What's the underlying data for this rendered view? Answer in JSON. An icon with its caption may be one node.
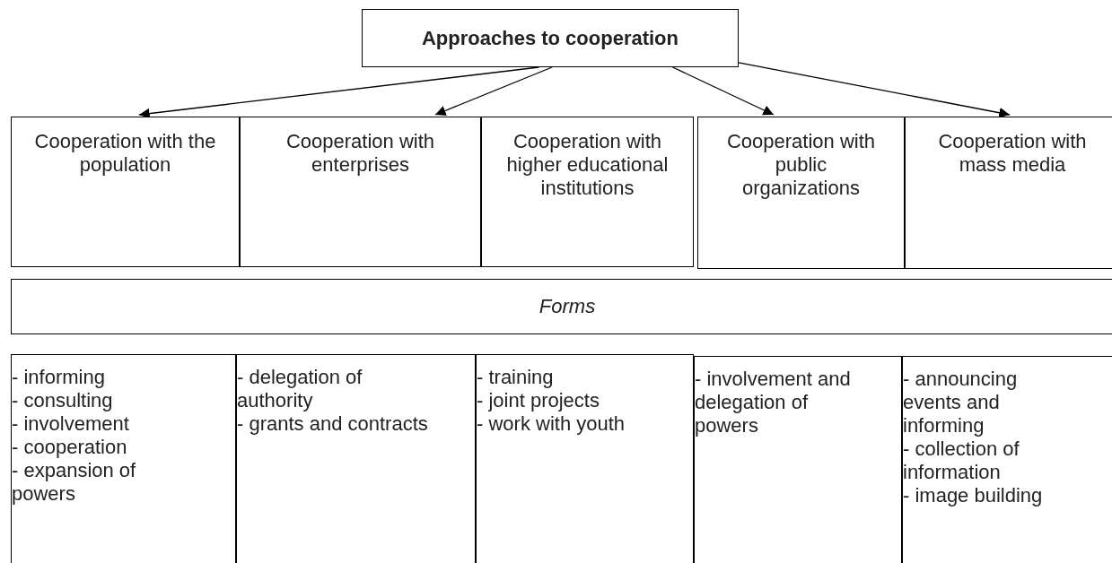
{
  "diagram": {
    "nodes": [
      {
        "text": [
          "Approaches to cooperation"
        ]
      },
      {
        "text": [
          "Cooperation with the population"
        ]
      },
      {
        "text": [
          "Cooperation with enterprises"
        ]
      },
      {
        "text": [
          "Cooperation with higher educational institutions"
        ]
      },
      {
        "text": [
          "Cooperation with public organizations"
        ]
      },
      {
        "text": [
          "Cooperation with mass media"
        ]
      },
      {
        "text": [
          "Forms"
        ]
      },
      {
        "text": [
          "- informing",
          "- consulting",
          "- involvement",
          "- cooperation",
          "- expansion of powers"
        ]
      },
      {
        "text": [
          "- delegation of authority",
          "- grants and contracts"
        ]
      },
      {
        "text": [
          "- training",
          "- joint projects",
          "- work with youth"
        ]
      },
      {
        "text": [
          "- involvement and delegation of powers"
        ]
      },
      {
        "text": [
          "- announcing events and informing",
          "- collection of information",
          "- image building"
        ]
      }
    ],
    "edges": [
      {
        "from": 0,
        "to": 1,
        "arrow": "to"
      },
      {
        "from": 0,
        "to": 2,
        "arrow": "to"
      },
      {
        "from": 0,
        "to": 4,
        "arrow": "to"
      },
      {
        "from": 0,
        "to": 5,
        "arrow": "to"
      }
    ]
  }
}
